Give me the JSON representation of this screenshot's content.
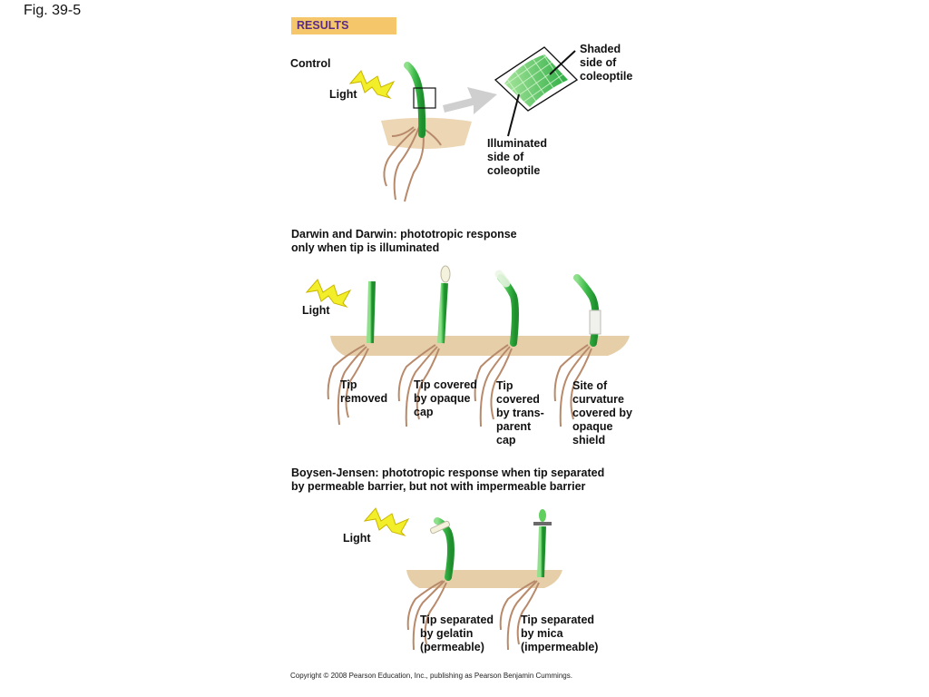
{
  "figure_label": "Fig. 39-5",
  "results_label": "RESULTS",
  "colors": {
    "banner": "#f6c66a",
    "banner_text": "#5a2c86",
    "stem": "#3dbb4a",
    "soil": "#e2c79e",
    "root": "#b88a6b",
    "light_bolt": "#f3ee2a"
  },
  "control": {
    "label": "Control",
    "light_label": "Light",
    "shaded_label": "Shaded\nside of\ncoleoptile",
    "illuminated_label": "Illuminated\nside of\ncoleoptile"
  },
  "darwin": {
    "heading": "Darwin and Darwin: phototropic response\nonly when tip is illuminated",
    "light_label": "Light",
    "conditions": [
      {
        "label": "Tip\nremoved"
      },
      {
        "label": "Tip covered\nby opaque\ncap"
      },
      {
        "label": "Tip\ncovered\nby trans-\nparent\ncap"
      },
      {
        "label": "Site of\ncurvature\ncovered by\nopaque\nshield"
      }
    ]
  },
  "boysen_jensen": {
    "heading": "Boysen-Jensen: phototropic response when tip separated\nby permeable barrier, but not with impermeable barrier",
    "light_label": "Light",
    "conditions": [
      {
        "label": "Tip separated\nby gelatin\n(permeable)"
      },
      {
        "label": "Tip separated\nby mica\n(impermeable)"
      }
    ]
  },
  "copyright": "Copyright © 2008 Pearson Education, Inc., publishing as Pearson Benjamin Cummings."
}
